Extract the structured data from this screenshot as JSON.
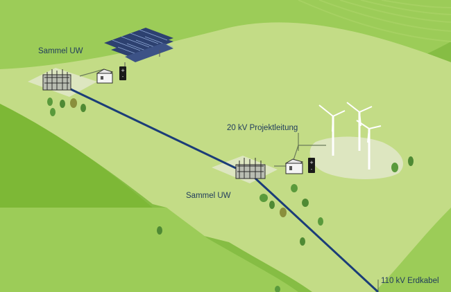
{
  "labels": {
    "substation_top": "Sammel UW",
    "substation_mid": "Sammel UW",
    "project_line": "20 kV Projektleitung",
    "earth_cable": "110 kV Erdkabel"
  },
  "colors": {
    "field_dark": "#7db836",
    "field_mid": "#9ccc58",
    "field_light": "#c3dc86",
    "pad": "#dde6c0",
    "cable": "#1b3d78",
    "label": "#1f3a5c",
    "turbine": "#ffffff",
    "tree": "#5a9a3c"
  },
  "icons": [
    "solar-panel-array-icon",
    "substation-icon",
    "control-building-icon",
    "battery-icon",
    "wind-turbine-icon",
    "tree-icon"
  ]
}
